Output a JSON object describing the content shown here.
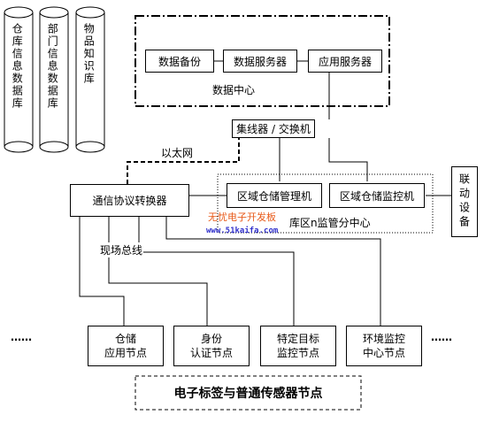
{
  "databases": [
    {
      "id": "db1",
      "label": "仓库信息数据库"
    },
    {
      "id": "db2",
      "label": "部门信息数据库"
    },
    {
      "id": "db3",
      "label": "物品知识库"
    }
  ],
  "data_center": {
    "label": "数据中心",
    "boxes": {
      "backup": "数据备份",
      "data_server": "数据服务器",
      "app_server": "应用服务器"
    }
  },
  "hub": "集线器 / 交换机",
  "ethernet_label": "以太网",
  "protocol_converter": "通信协议转换器",
  "regional": {
    "storage_mgmt": "区域仓储管理机",
    "storage_monitor": "区域仓储监控机",
    "sub_center_label": "库区n监管分中心"
  },
  "linkage_device": "联动设备",
  "fieldbus_label": "现场总线",
  "watermark": {
    "cn": "无忧电子开发板",
    "url": "www.51kaifa.com"
  },
  "field_nodes": [
    {
      "id": "storage-app",
      "line1": "仓储",
      "line2": "应用节点"
    },
    {
      "id": "identity",
      "line1": "身份",
      "line2": "认证节点"
    },
    {
      "id": "target-monitor",
      "line1": "特定目标",
      "line2": "监控节点"
    },
    {
      "id": "env-monitor",
      "line1": "环境监控",
      "line2": "中心节点"
    }
  ],
  "ellipsis_left": "……",
  "ellipsis_right": "……",
  "bottom_label": "电子标签与普通传感器节点"
}
